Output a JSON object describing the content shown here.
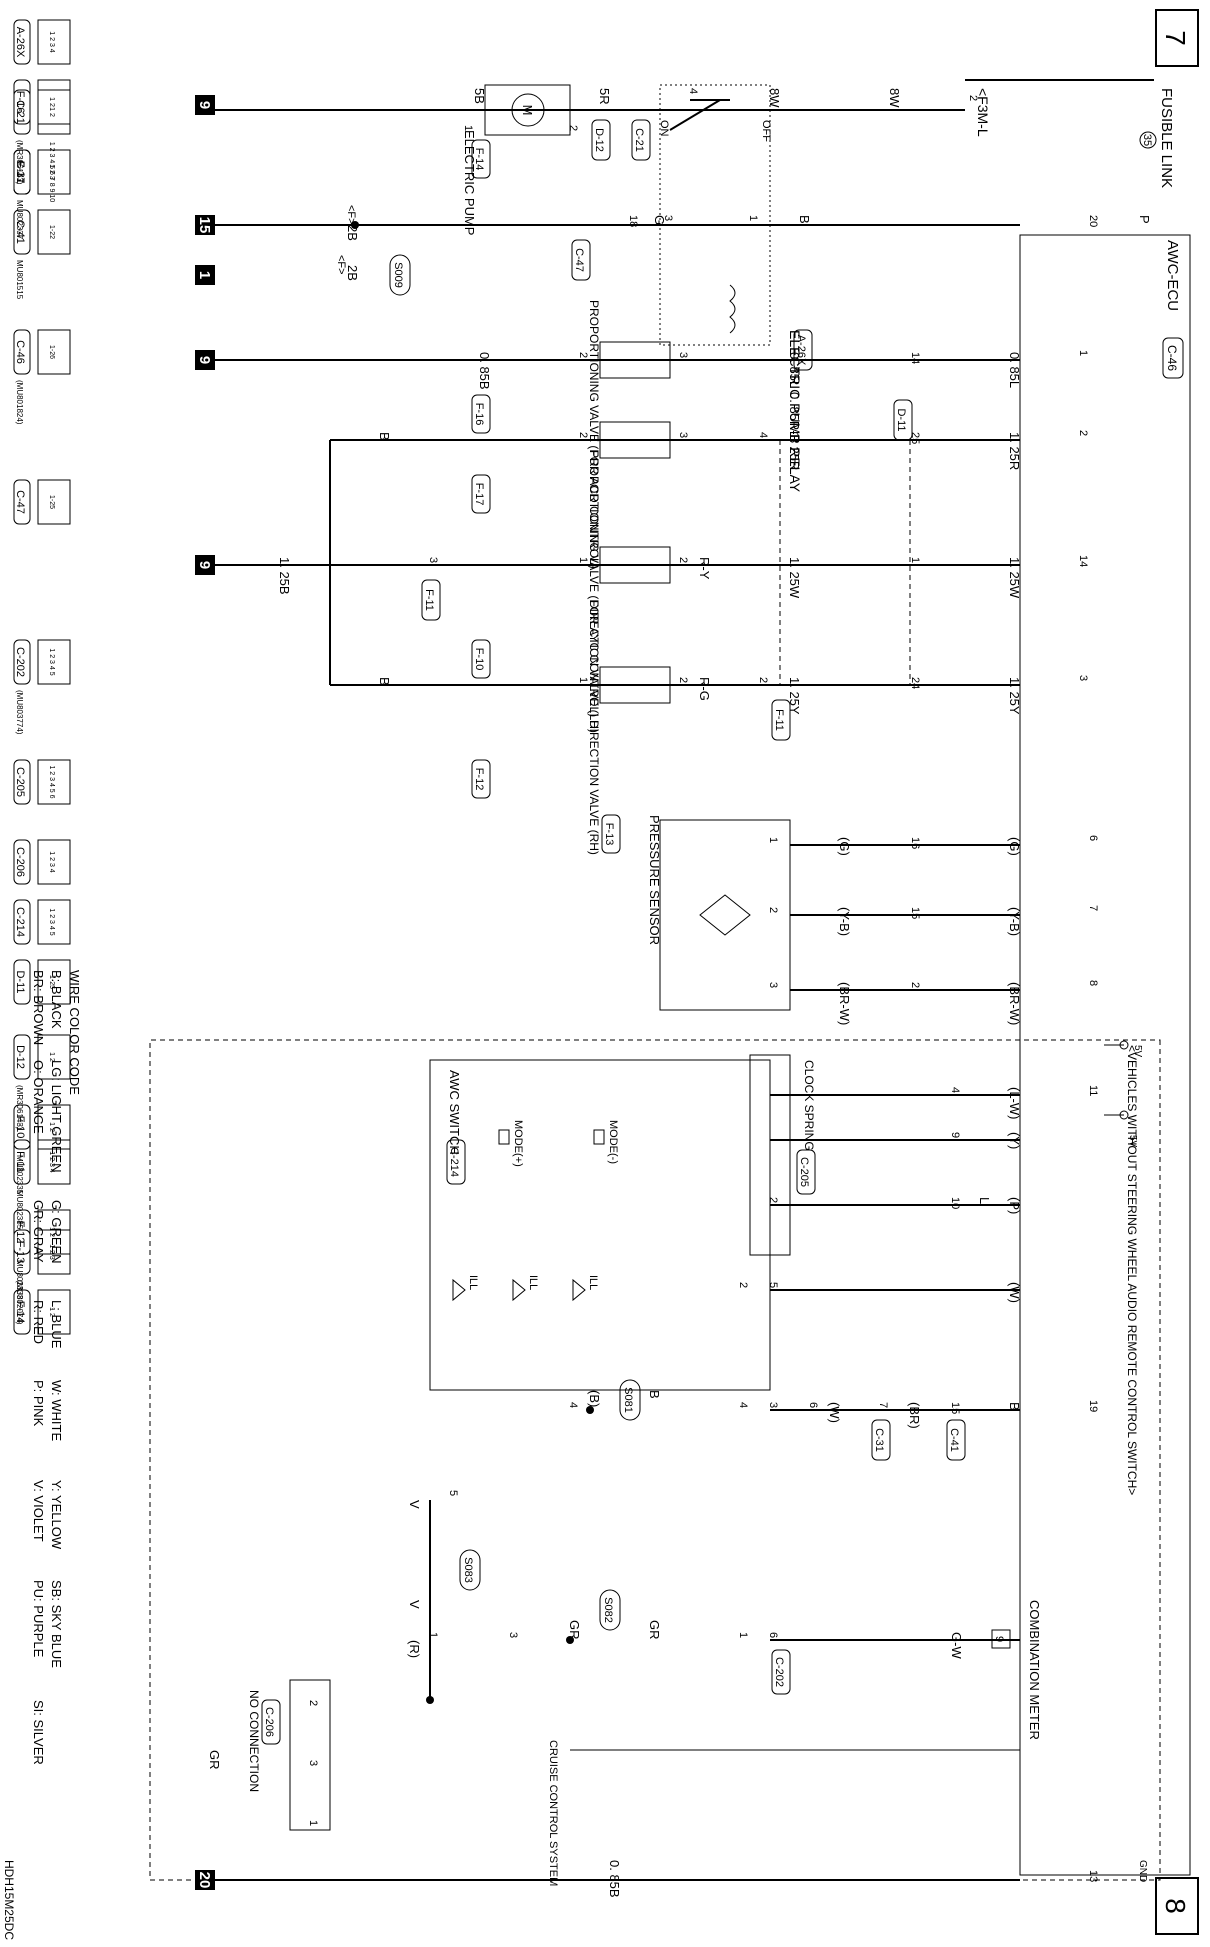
{
  "sheet": {
    "page_from": "7",
    "page_to": "8",
    "figure_code": "HDH15M25DC"
  },
  "fusible_link": {
    "label": "FUSIBLE LINK",
    "number": "35",
    "feed": "<F3M-L"
  },
  "ecu": {
    "label": "AWC-ECU",
    "connector": "C-46",
    "gnd": "GND",
    "supply_5v": "5V"
  },
  "pump_relay": {
    "label": "ELECTRIC PUMP RELAY",
    "connector": "A-26X",
    "off": "OFF",
    "on": "ON"
  },
  "pump": {
    "label": "ELECTRIC PUMP",
    "connector": "F-14"
  },
  "acd_valve": {
    "label": "PROPORTIONING VALVE (FOR ACD CONTROL)",
    "connector": "F-16"
  },
  "ayc_valve": {
    "label": "PROPORTIONING VALVE (FOR AYC CONTROL)",
    "connector": "F-17"
  },
  "dir_lh": {
    "label": "DIRECTION VALVE (LH)",
    "connector": "F-10"
  },
  "dir_rh": {
    "label": "DIRECTION VALVE (RH)",
    "connector": "F-12"
  },
  "pressure": {
    "label": "PRESSURE SENSOR",
    "connector": "F-13"
  },
  "awc_switch": {
    "label": "AWC SWITCH",
    "connector": "C-214",
    "mode_minus": "MODE(-)",
    "mode_plus": "MODE(+)",
    "ill": "ILL"
  },
  "clock_spring": {
    "label": "CLOCK SPRING",
    "connector": "C-205"
  },
  "no_connection": {
    "label": "NO CONNECTION",
    "connector": "C-206"
  },
  "combination_meter": {
    "label": "COMBINATION METER",
    "pin": "9"
  },
  "cruise": {
    "label": "CRUISE CONTROL SYSTEM"
  },
  "remote_note": "<VEHICLES WITHOUT STEERING WHEEL AUDIO REMOTE CONTROL SWITCH>",
  "wire_labels": {
    "w1": "5B",
    "w2": "5R",
    "w3": "8W",
    "w4": "8W",
    "w5": "B",
    "w6": "G",
    "w7": "P",
    "w8": "2B",
    "w9": "2B",
    "w10": "<F>",
    "w11": "<F>",
    "w12": "0. 85B",
    "w13": "0. 85L",
    "w14": "0. 85L",
    "w15": "0. 85R-B",
    "w16": "1. 25R",
    "w17": "1. 25R",
    "w18": "1. 25B",
    "w19": "R-Y",
    "w20": "1. 25W",
    "w21": "1. 25W",
    "w22": "R-G",
    "w23": "1. 25Y",
    "w24": "1. 25Y",
    "w25": "(G)",
    "w26": "(G)",
    "w27": "(Y-B)",
    "w28": "(Y-B)",
    "w29": "(BR-W)",
    "w30": "(BR-W)",
    "w31": "(L-W)",
    "w32": "(Y)",
    "w33": "(P)",
    "w34": "(W)",
    "w35": "(BR)",
    "w36": "(W)",
    "w37": "(B)",
    "w38": "(R)",
    "w39": "L",
    "w40": "B",
    "w41": "B",
    "w42": "GR",
    "w43": "GR",
    "w44": "G-W",
    "w45": "V",
    "w46": "V",
    "w47": "B",
    "w48": "GR",
    "w49": "0. 85B",
    "w50": "B"
  },
  "connector_ids": {
    "c1": "D-12",
    "c2": "C-21",
    "c3": "C-47",
    "c4": "D-11",
    "c5": "F-11",
    "c6": "F-11",
    "c7": "F-11",
    "c8": "C-41",
    "c9": "C-31",
    "c10": "C-202"
  },
  "splices": [
    "S009",
    "S081",
    "S082",
    "S083"
  ],
  "refs": {
    "r9a": "9",
    "r15": "15",
    "r1": "1",
    "r9b": "9",
    "r9c": "9",
    "r20": "20"
  },
  "pins": {
    "p1": "1",
    "p2": "2",
    "p3": "4",
    "p4": "2",
    "p5": "1",
    "p6": "3",
    "p7": "20",
    "p8": "18",
    "p9": "1",
    "p10": "14",
    "p11": "2",
    "p12": "3",
    "p13": "2",
    "p14": "25",
    "p15": "4",
    "p16": "3",
    "p17": "2",
    "p18": "14",
    "p19": "1",
    "p20": "2",
    "p21": "1",
    "p22": "3",
    "p23": "24",
    "p24": "2",
    "p25": "2",
    "p26": "1",
    "p27": "6",
    "p28": "16",
    "p29": "1",
    "p30": "7",
    "p31": "15",
    "p32": "2",
    "p33": "8",
    "p34": "2",
    "p35": "3",
    "p36": "11",
    "p37": "4",
    "p38": "9",
    "p39": "10",
    "p40": "2",
    "p41": "5",
    "p42": "2",
    "p43": "19",
    "p44": "15",
    "p45": "7",
    "p46": "6",
    "p47": "3",
    "p48": "4",
    "p49": "4",
    "p50": "6",
    "p51": "1",
    "p52": "3",
    "p53": "1",
    "p54": "5",
    "p55": "2",
    "p56": "3",
    "p57": "1",
    "p58": "13",
    "p59": "1",
    "p60": "3"
  },
  "legend": {
    "title": "WIRE COLOR CODE",
    "col1": [
      "B: BLACK",
      "BR: BROWN"
    ],
    "col2": [
      "LG: LIGHT GREEN",
      "O: ORANGE"
    ],
    "col3": [
      "G: GREEN",
      "GR: GRAY"
    ],
    "col4": [
      "L: BLUE",
      "R: RED"
    ],
    "col5": [
      "W: WHITE",
      "P: PINK"
    ],
    "col6": [
      "Y: YELLOW",
      "V: VIOLET"
    ],
    "col7": [
      "SB: SKY BLUE",
      "PU: PURPLE"
    ],
    "col8": [
      "SI: SILVER"
    ]
  },
  "connector_views": [
    {
      "id": "A-26X",
      "pins": "1 2 3 4"
    },
    {
      "id": "F-16",
      "pins": "1 2"
    },
    {
      "id": "C-21",
      "part": "(MR306143)",
      "pins": "1 2"
    },
    {
      "id": "F-17",
      "part": "MU802337",
      "pins": "1 2 3"
    },
    {
      "id": "C-31",
      "pins": "1 2 3 4 5 6 7 8 9 10"
    },
    {
      "id": "C-41",
      "part": "MU801515",
      "pins": "1-22"
    },
    {
      "id": "C-46",
      "part": "(MU801824)",
      "pins": "1-26"
    },
    {
      "id": "C-47",
      "pins": "1-25"
    },
    {
      "id": "C-202",
      "part": "(MU803774)",
      "pins": "1 2 3 4 5"
    },
    {
      "id": "C-205",
      "pins": "1 2 3 4 5 6"
    },
    {
      "id": "C-206",
      "pins": "1 2 3 4"
    },
    {
      "id": "C-214",
      "pins": "1 2 3 4 5"
    },
    {
      "id": "D-11",
      "pins": "1-25"
    },
    {
      "id": "D-12",
      "part": "(MR306143)",
      "pins": "1 2"
    },
    {
      "id": "F-10",
      "part": "MU802335",
      "pins": "1 2"
    },
    {
      "id": "F-11",
      "part": "MU802385",
      "pins": "1 2 3 4"
    },
    {
      "id": "F-12",
      "part": "MU802333",
      "pins": "1 2"
    },
    {
      "id": "F-13",
      "part": "(MU802074)",
      "pins": "1 2 3"
    },
    {
      "id": "F-14",
      "pins": "1 2"
    }
  ]
}
